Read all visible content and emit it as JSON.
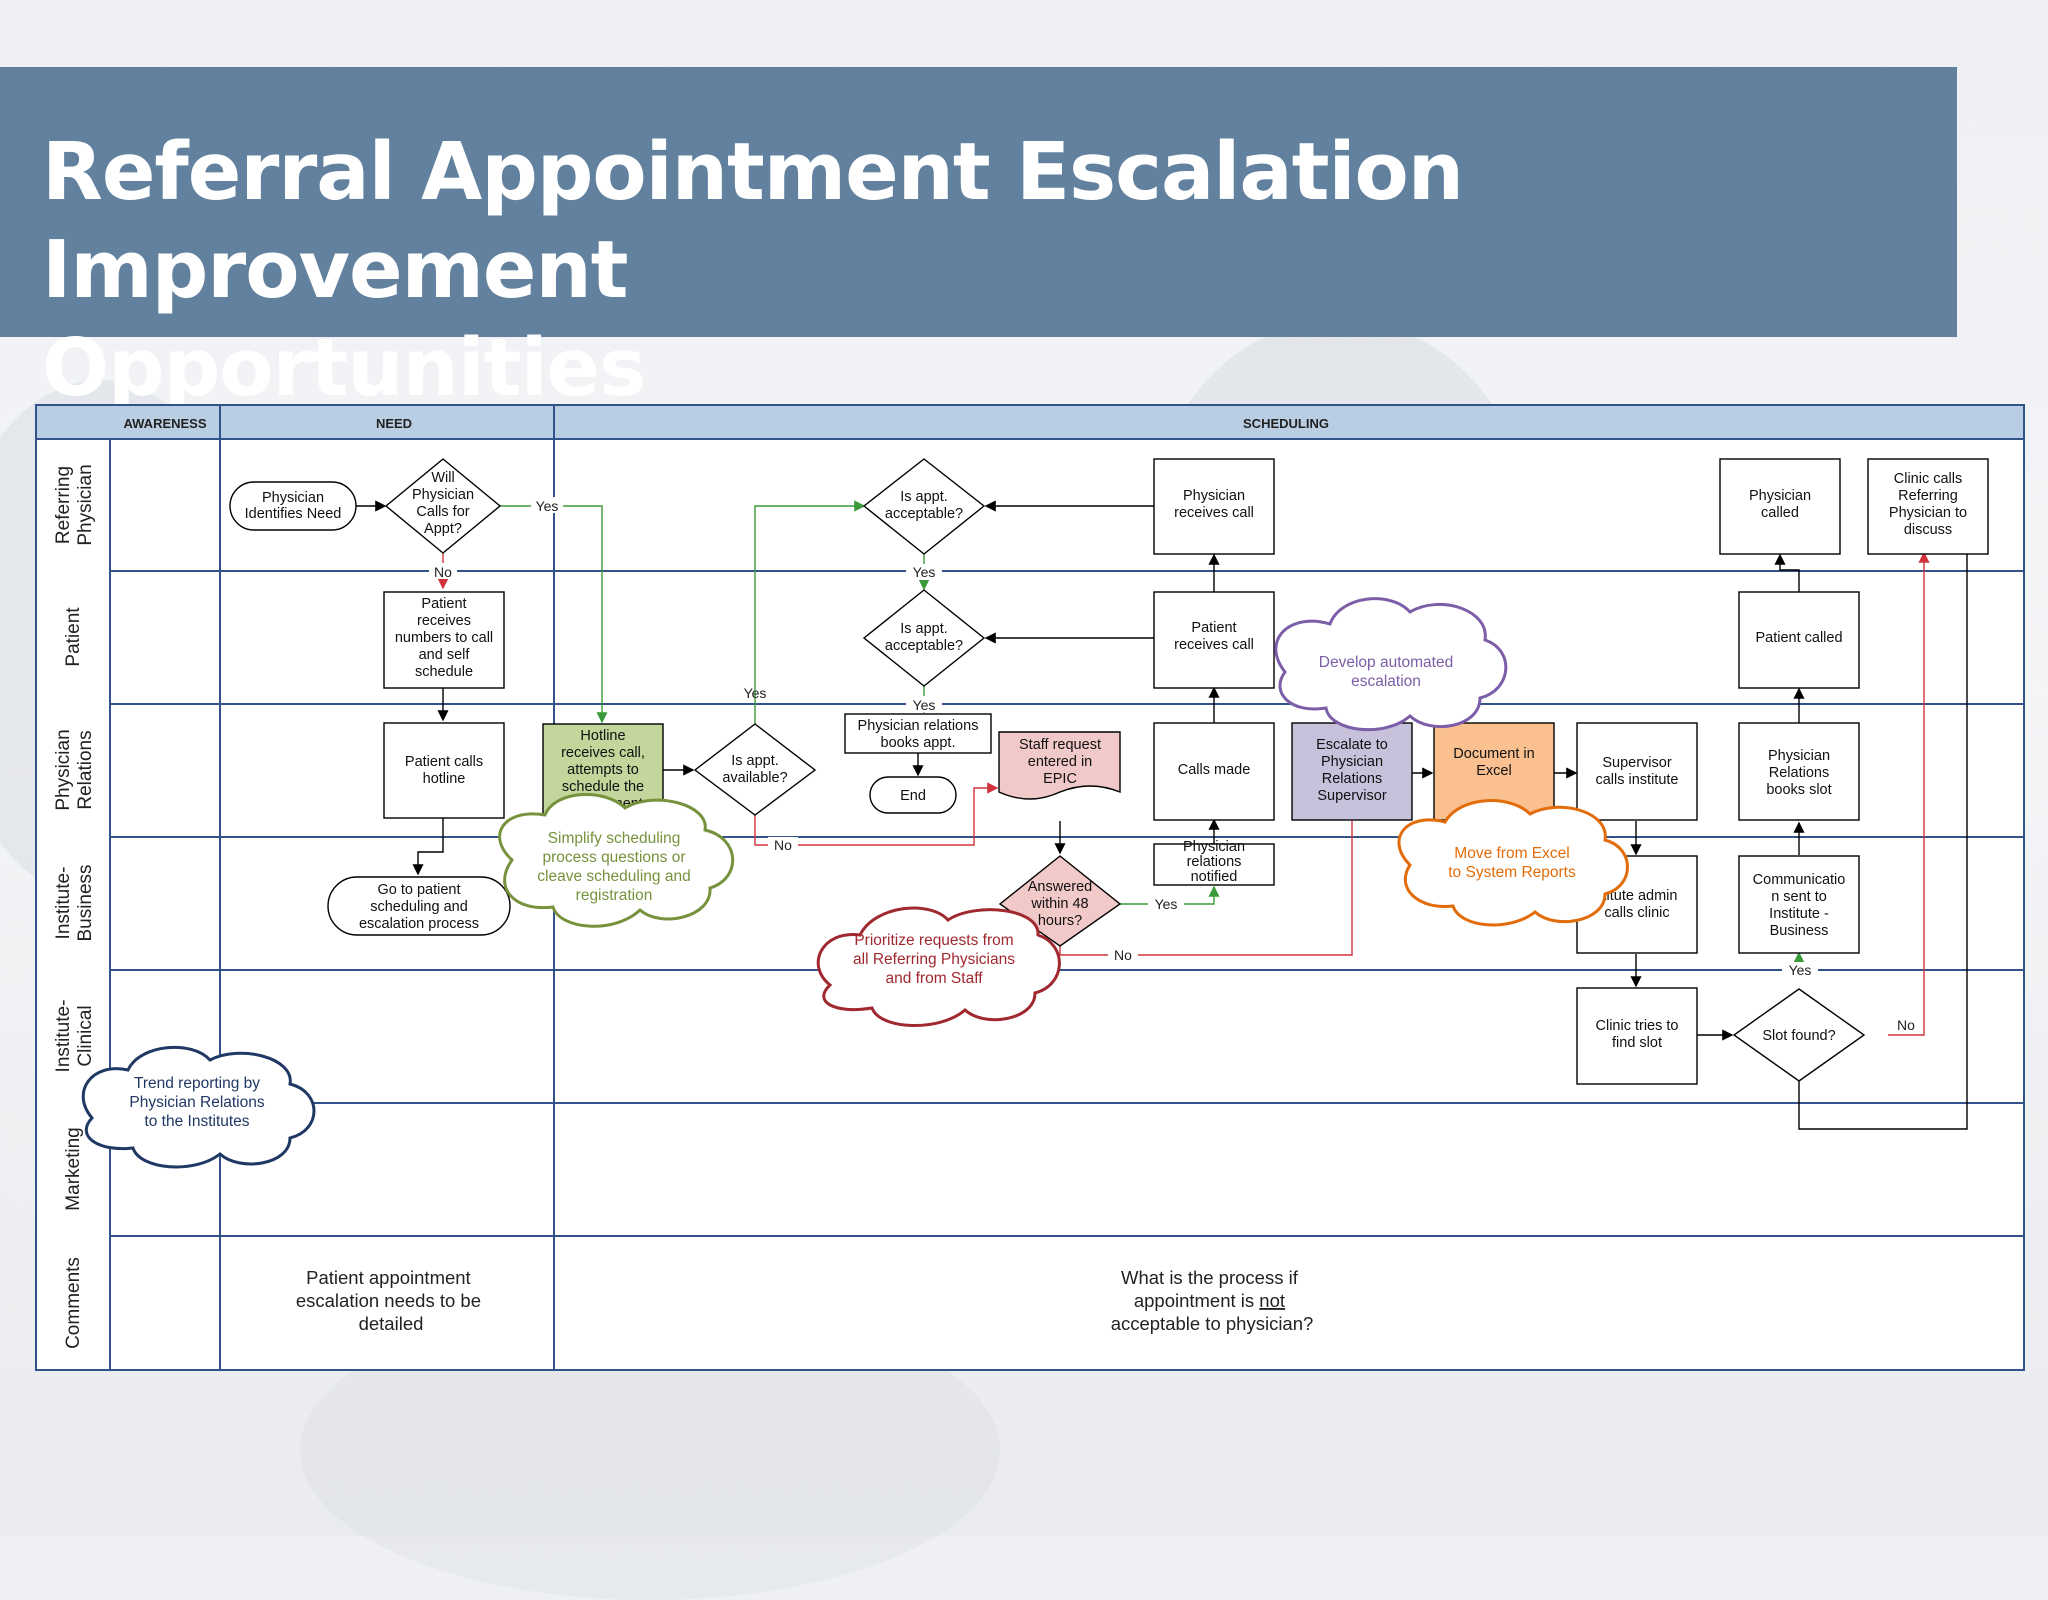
{
  "title": {
    "line1": "Referral Appointment Escalation Improvement",
    "line2": "Opportunities"
  },
  "phases": {
    "awareness": "AWARENESS",
    "need": "NEED",
    "scheduling": "SCHEDULING"
  },
  "lanes": {
    "referring": [
      "Referring",
      "Physician"
    ],
    "patient": [
      "Patient"
    ],
    "relations": [
      "Physician",
      "Relations"
    ],
    "business": [
      "Institute-",
      "Business"
    ],
    "clinical": [
      "Institute-",
      "Clinical"
    ],
    "marketing": [
      "Marketing"
    ],
    "comments": [
      "Comments"
    ]
  },
  "nodes": {
    "identifies_need": [
      "Physician",
      "Identifies Need"
    ],
    "will_call": [
      "Will",
      "Physician",
      "Calls for",
      "Appt?"
    ],
    "receives_numbers": [
      "Patient",
      "receives",
      "numbers to call",
      "and self",
      "schedule"
    ],
    "calls_hotline": [
      "Patient calls",
      "hotline"
    ],
    "go_to_process": [
      "Go to patient",
      "scheduling and",
      "escalation process"
    ],
    "hotline": [
      "Hotline",
      "receives call,",
      "attempts to",
      "schedule the",
      "appointment"
    ],
    "appt_available": [
      "Is appt.",
      "available?"
    ],
    "acceptable_ref": [
      "Is appt.",
      "acceptable?"
    ],
    "acceptable_pat": [
      "Is appt.",
      "acceptable?"
    ],
    "books_appt": [
      "Physician relations",
      "books appt."
    ],
    "end": [
      "End"
    ],
    "staff_request": [
      "Staff request",
      "entered in",
      "EPIC"
    ],
    "answered_48": [
      "Answered",
      "within 48",
      "hours?"
    ],
    "phys_receives_call": [
      "Physician",
      "receives call"
    ],
    "pat_receives_call": [
      "Patient",
      "receives call"
    ],
    "calls_made": [
      "Calls made"
    ],
    "phys_rel_notified": [
      "Physician",
      "relations",
      "notified"
    ],
    "escalate": [
      "Escalate to",
      "Physician",
      "Relations",
      "Supervisor"
    ],
    "document_excel": [
      "Document in",
      "Excel"
    ],
    "supervisor_calls": [
      "Supervisor",
      "calls institute"
    ],
    "admin_calls": [
      "titute admin",
      "calls clinic"
    ],
    "clinic_tries": [
      "Clinic tries to",
      "find slot"
    ],
    "slot_found": [
      "Slot found?"
    ],
    "comm_sent": [
      "Communicatio",
      "n sent to",
      "Institute -",
      "Business"
    ],
    "books_slot": [
      "Physician",
      "Relations",
      "books slot"
    ],
    "patient_called": [
      "Patient called"
    ],
    "physician_called": [
      "Physician",
      "called"
    ],
    "clinic_calls_ref": [
      "Clinic calls",
      "Referring",
      "Physician to",
      "discuss"
    ]
  },
  "edge_labels": {
    "yes": "Yes",
    "no": "No"
  },
  "clouds": {
    "automated": [
      "Develop automated",
      "escalation"
    ],
    "simplify": [
      "Simplify scheduling",
      "process questions or",
      "cleave scheduling and",
      "registration"
    ],
    "prioritize": [
      "Prioritize requests from",
      "all Referring Physicians",
      "and from Staff"
    ],
    "excel_reports": [
      "Move from Excel",
      "to System Reports"
    ],
    "trend": [
      "Trend reporting by",
      "Physician Relations",
      "to the Institutes"
    ]
  },
  "comments": {
    "need": [
      "Patient appointment",
      "escalation needs to be",
      "detailed"
    ],
    "scheduling_pre": "What is the process if",
    "scheduling_mid_pre": "appointment is ",
    "scheduling_underlined": "not",
    "scheduling_post": "acceptable to physician?"
  },
  "colors": {
    "title_bar": "#62819f",
    "grid_line": "#31538a",
    "header_fill": "#b9cde3",
    "green_fill": "#c3d69b",
    "pink_fill": "#f2c9c9",
    "purple_fill": "#c7c1dc",
    "orange_fill": "#fac090",
    "green_arrow": "#3a9a3a",
    "red_arrow": "#d2323c"
  }
}
